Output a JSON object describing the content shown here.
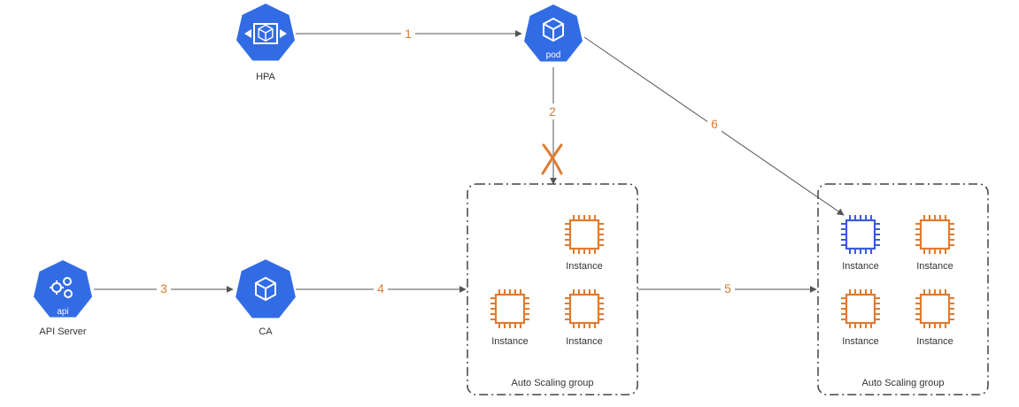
{
  "colors": {
    "kubernetes_blue": "#326ce5",
    "instance_orange": "#e07b2f",
    "instance_highlight_blue": "#3b5bdb",
    "edge": "#555555",
    "label": "#333333"
  },
  "nodes": {
    "hpa": {
      "label": "HPA",
      "icon": "hpa-icon"
    },
    "pod": {
      "label": "pod",
      "icon": "pod-icon"
    },
    "api_server": {
      "label": "API Server",
      "icon_text": "api",
      "icon": "api-server-icon"
    },
    "ca": {
      "label": "CA",
      "icon": "cluster-autoscaler-icon"
    }
  },
  "groups": {
    "left": {
      "label": "Auto Scaling group",
      "instances": [
        {
          "label": "Instance",
          "icon": "ec2-instance-icon",
          "highlight": false
        },
        {
          "label": "Instance",
          "icon": "ec2-instance-icon",
          "highlight": false
        },
        {
          "label": "Instance",
          "icon": "ec2-instance-icon",
          "highlight": false
        }
      ]
    },
    "right": {
      "label": "Auto Scaling group",
      "instances": [
        {
          "label": "Instance",
          "icon": "ec2-instance-icon",
          "highlight": true
        },
        {
          "label": "Instance",
          "icon": "ec2-instance-icon",
          "highlight": false
        },
        {
          "label": "Instance",
          "icon": "ec2-instance-icon",
          "highlight": false
        },
        {
          "label": "Instance",
          "icon": "ec2-instance-icon",
          "highlight": false
        }
      ]
    }
  },
  "edges": {
    "e1": {
      "label": "1",
      "from": "HPA",
      "to": "pod"
    },
    "e2": {
      "label": "2",
      "from": "pod",
      "to": "Auto Scaling group",
      "blocked_mark": "X"
    },
    "e3": {
      "label": "3",
      "from": "API Server",
      "to": "CA"
    },
    "e4": {
      "label": "4",
      "from": "CA",
      "to": "Auto Scaling group"
    },
    "e5": {
      "label": "5",
      "from": "Auto Scaling group",
      "to": "Auto Scaling group"
    },
    "e6": {
      "label": "6",
      "from": "pod",
      "to": "Instance"
    }
  }
}
